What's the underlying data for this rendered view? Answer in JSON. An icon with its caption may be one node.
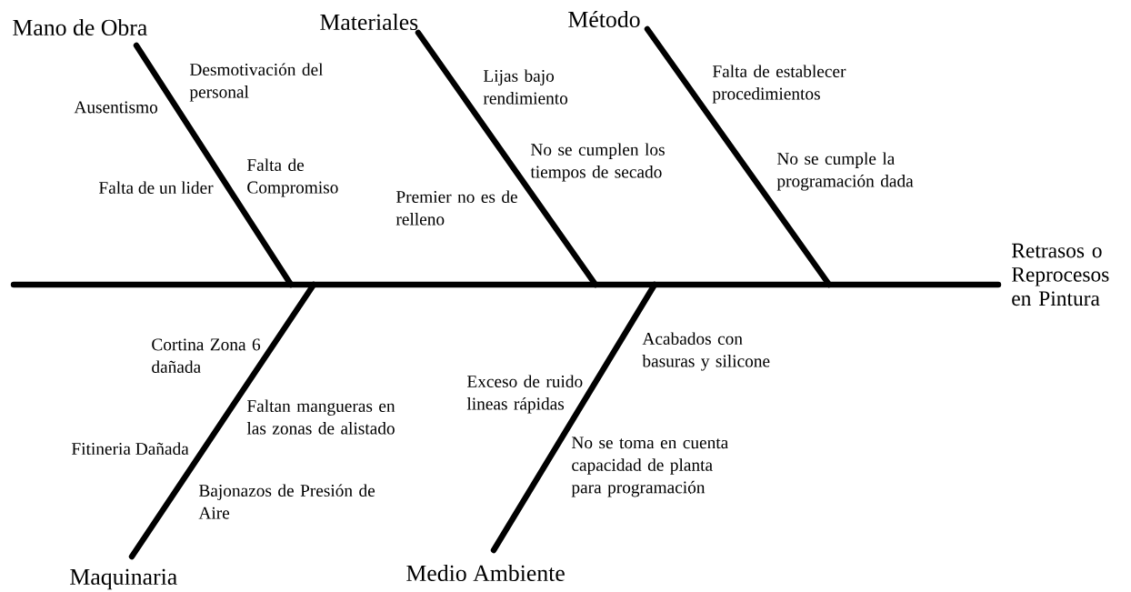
{
  "diagram": {
    "nodes": [
      {
        "text": [
          "Mano de Obra"
        ]
      },
      {
        "text": [
          "Materiales"
        ]
      },
      {
        "text": [
          "Método"
        ]
      },
      {
        "text": [
          "Retrasos o Reprocesos en Pintura"
        ]
      },
      {
        "text": [
          "Maquinaria"
        ]
      },
      {
        "text": [
          "Medio Ambiente"
        ]
      }
    ],
    "edges": [
      {
        "from": null,
        "to": 3,
        "arrow": "none"
      },
      {
        "from": 0,
        "to": null,
        "arrow": "none"
      },
      {
        "from": 1,
        "to": null,
        "arrow": "none"
      },
      {
        "from": 2,
        "to": null,
        "arrow": "none"
      },
      {
        "from": 4,
        "to": null,
        "arrow": "none"
      },
      {
        "from": 5,
        "to": null,
        "arrow": "none"
      }
    ],
    "labels": [
      "Desmotivación del personal",
      "Ausentismo",
      "Falta de Compromiso",
      "Falta de un lider",
      "Lijas bajo rendimiento",
      "No se cumplen los tiempos de secado",
      "Premier no es de relleno",
      "Falta de establecer procedimientos",
      "No se cumple la programación dada",
      "Cortina Zona 6 dañada",
      "Faltan mangueras en las zonas de alistado",
      "Fitineria Dañada",
      "Exceso de ruido lineas rápidas",
      "Bajonazos de Presión de Aire",
      "Acabados con basuras y silicone",
      "No se toma en cuenta capacidad de planta para programación"
    ]
  }
}
